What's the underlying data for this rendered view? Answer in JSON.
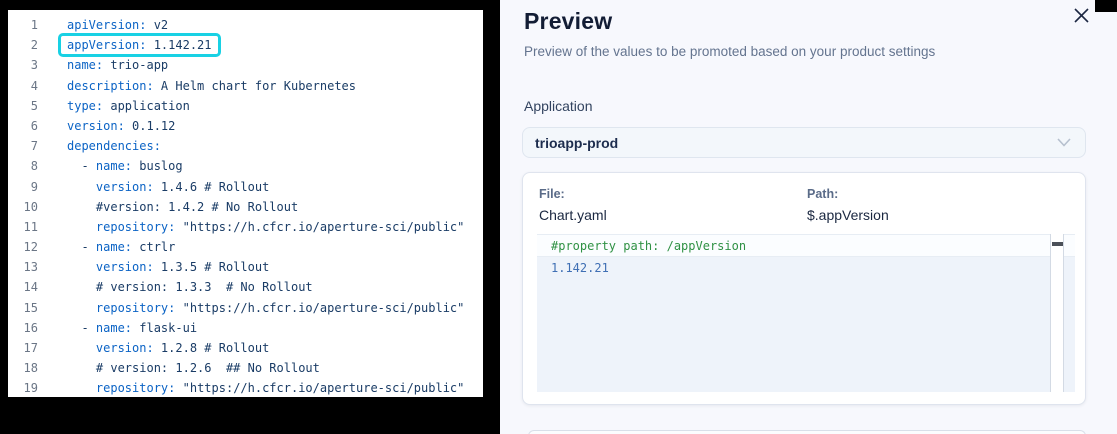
{
  "colors": {
    "panel_bg": "#f7f8fd",
    "key_blue": "#0b63c5",
    "code_navy": "#1a3c66",
    "line_number_gray": "#6b7686",
    "highlight_cyan": "#18d1e4",
    "heading_navy": "#131d35",
    "subtitle_gray": "#64748f",
    "label_navy": "#32435f",
    "select_bg": "#f3f7fb",
    "select_border": "#dfe6ef",
    "select_text": "#1d2d4e",
    "card_border": "#dfe4ee",
    "meta_label": "#5a6b88",
    "meta_value": "#1a2740",
    "code_bg": "#eef3fa",
    "code_green": "#2f9144",
    "code_blue": "#3f6fb4",
    "thumb_dark": "#4b5058"
  },
  "editor": {
    "lines": [
      {
        "n": "1",
        "parts": [
          [
            "key",
            "apiVersion:"
          ],
          [
            "val",
            " v2"
          ]
        ]
      },
      {
        "n": "2",
        "highlight": true,
        "parts": [
          [
            "key",
            "appVersion:"
          ],
          [
            "val",
            " 1.142.21"
          ]
        ]
      },
      {
        "n": "3",
        "parts": [
          [
            "key",
            "name:"
          ],
          [
            "val",
            " trio-app"
          ]
        ]
      },
      {
        "n": "4",
        "parts": [
          [
            "key",
            "description:"
          ],
          [
            "val",
            " A Helm chart for Kubernetes"
          ]
        ]
      },
      {
        "n": "5",
        "parts": [
          [
            "key",
            "type:"
          ],
          [
            "val",
            " application"
          ]
        ]
      },
      {
        "n": "6",
        "parts": [
          [
            "key",
            "version:"
          ],
          [
            "val",
            " 0.1.12"
          ]
        ]
      },
      {
        "n": "7",
        "parts": [
          [
            "key",
            "dependencies:"
          ]
        ]
      },
      {
        "n": "8",
        "parts": [
          [
            "val",
            "  - "
          ],
          [
            "key",
            "name:"
          ],
          [
            "val",
            " buslog"
          ]
        ]
      },
      {
        "n": "9",
        "parts": [
          [
            "val",
            "    "
          ],
          [
            "key",
            "version:"
          ],
          [
            "val",
            " 1.4.6 # Rollout"
          ]
        ]
      },
      {
        "n": "10",
        "parts": [
          [
            "val",
            "    #version: 1.4.2 # No Rollout"
          ]
        ]
      },
      {
        "n": "11",
        "parts": [
          [
            "val",
            "    "
          ],
          [
            "key",
            "repository:"
          ],
          [
            "val",
            " \"https://h.cfcr.io/aperture-sci/public\""
          ]
        ]
      },
      {
        "n": "12",
        "parts": [
          [
            "val",
            "  - "
          ],
          [
            "key",
            "name:"
          ],
          [
            "val",
            " ctrlr"
          ]
        ]
      },
      {
        "n": "13",
        "parts": [
          [
            "val",
            "    "
          ],
          [
            "key",
            "version:"
          ],
          [
            "val",
            " 1.3.5 # Rollout"
          ]
        ]
      },
      {
        "n": "14",
        "parts": [
          [
            "val",
            "    # version: 1.3.3  # No Rollout"
          ]
        ]
      },
      {
        "n": "15",
        "parts": [
          [
            "val",
            "    "
          ],
          [
            "key",
            "repository:"
          ],
          [
            "val",
            " \"https://h.cfcr.io/aperture-sci/public\""
          ]
        ]
      },
      {
        "n": "16",
        "parts": [
          [
            "val",
            "  - "
          ],
          [
            "key",
            "name:"
          ],
          [
            "val",
            " flask-ui"
          ]
        ]
      },
      {
        "n": "17",
        "parts": [
          [
            "val",
            "    "
          ],
          [
            "key",
            "version:"
          ],
          [
            "val",
            " 1.2.8 # Rollout"
          ]
        ]
      },
      {
        "n": "18",
        "parts": [
          [
            "val",
            "    # version: 1.2.6  ## No Rollout"
          ]
        ]
      },
      {
        "n": "19",
        "parts": [
          [
            "val",
            "    "
          ],
          [
            "key",
            "repository:"
          ],
          [
            "val",
            " \"https://h.cfcr.io/aperture-sci/public\""
          ]
        ]
      }
    ]
  },
  "preview": {
    "title": "Preview",
    "subtitle": "Preview of the values to be promoted based on your product settings"
  },
  "application": {
    "label": "Application",
    "selected": "trioapp-prod"
  },
  "file_card": {
    "file_label": "File:",
    "file_value": "Chart.yaml",
    "path_label": "Path:",
    "path_value": "$.appVersion",
    "code": {
      "comment_line": "#property path: /appVersion",
      "value_line": "1.142.21"
    }
  }
}
